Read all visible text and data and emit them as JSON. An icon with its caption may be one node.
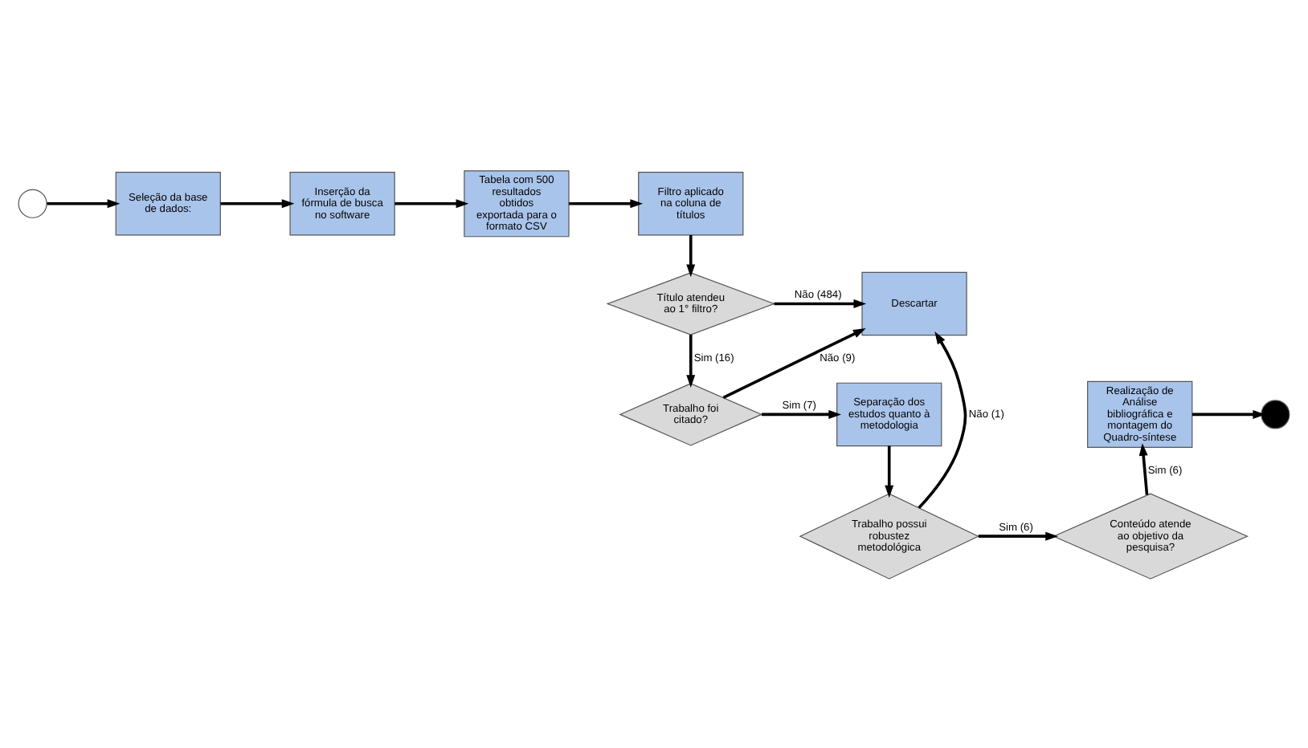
{
  "diagram": {
    "nodes": [
      {
        "text": [],
        "shape": "circle"
      },
      {
        "text": [
          "Seleção da base de dados:"
        ]
      },
      {
        "text": [
          "Inserção da fórmula de busca no software"
        ]
      },
      {
        "text": [
          "Tabela com 500 resultados obtidos exportada para o formato CSV"
        ]
      },
      {
        "text": [
          "Filtro aplicado na coluna de títulos"
        ]
      },
      {
        "text": [
          "Título atendeu ao 1° filtro?"
        ]
      },
      {
        "text": [
          "Descartar"
        ]
      },
      {
        "text": [
          "Trabalho foi citado?"
        ]
      },
      {
        "text": [
          "Separação dos estudos quanto à metodologia"
        ]
      },
      {
        "text": [
          "Trabalho possui robustez metodológica"
        ]
      },
      {
        "text": [
          "Conteúdo atende ao objetivo da pesquisa?"
        ]
      },
      {
        "text": [
          "Realização de Análise bibliográfica e montagem do Quadro-síntese"
        ]
      },
      {
        "text": [],
        "shape": "circle"
      }
    ],
    "edges": [
      {
        "from": 0,
        "to": 1,
        "arrow": "to"
      },
      {
        "from": 1,
        "to": 2,
        "arrow": "to"
      },
      {
        "from": 2,
        "to": 3,
        "arrow": "to"
      },
      {
        "from": 3,
        "to": 4,
        "arrow": "to"
      },
      {
        "from": 4,
        "to": 5,
        "arrow": "to"
      },
      {
        "from": 5,
        "to": 6,
        "arrow": "to",
        "label": "Não (484)"
      },
      {
        "from": 5,
        "to": 7,
        "arrow": "to",
        "label": "Sim (16)"
      },
      {
        "from": 7,
        "to": 8,
        "arrow": "to",
        "label": "Sim (7)"
      },
      {
        "from": 7,
        "to": 6,
        "arrow": "to",
        "label": "Não (9)"
      },
      {
        "from": 8,
        "to": 9,
        "arrow": "to"
      },
      {
        "from": 9,
        "to": 10,
        "arrow": "to",
        "label": "Sim (6)"
      },
      {
        "from": 9,
        "to": 6,
        "arrow": "to",
        "label": "Não (1)"
      },
      {
        "from": 10,
        "to": 11,
        "arrow": "to",
        "label": "Sim (6)"
      },
      {
        "from": 11,
        "to": 12,
        "arrow": "to"
      }
    ]
  }
}
